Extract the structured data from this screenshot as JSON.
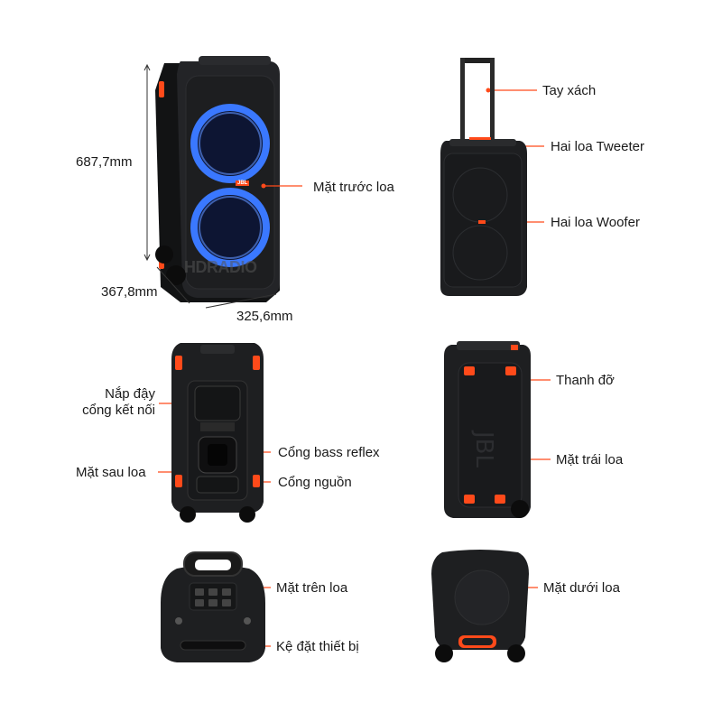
{
  "dimensions": {
    "height": "687,7mm",
    "depth": "367,8mm",
    "width": "325,6mm"
  },
  "watermark": "HDRADIO",
  "callouts": {
    "front": "Mặt trước loa",
    "handle": "Tay xách",
    "tweeter": "Hai loa Tweeter",
    "woofer": "Hai loa Woofer",
    "port_cover_line1": "Nắp đậy",
    "port_cover_line2": "cổng kết nối",
    "back": "Mặt sau loa",
    "bass_reflex": "Cổng bass reflex",
    "power": "Cổng nguồn",
    "bar": "Thanh đỡ",
    "left_side": "Mặt trái loa",
    "top": "Mặt trên loa",
    "shelf": "Kệ đặt thiết bị",
    "bottom": "Mặt dưới loa"
  },
  "brand_badge": "JBL",
  "colors": {
    "accent": "#ff4a1a",
    "body": "#1e1f21",
    "ring": "#3a78ff"
  }
}
